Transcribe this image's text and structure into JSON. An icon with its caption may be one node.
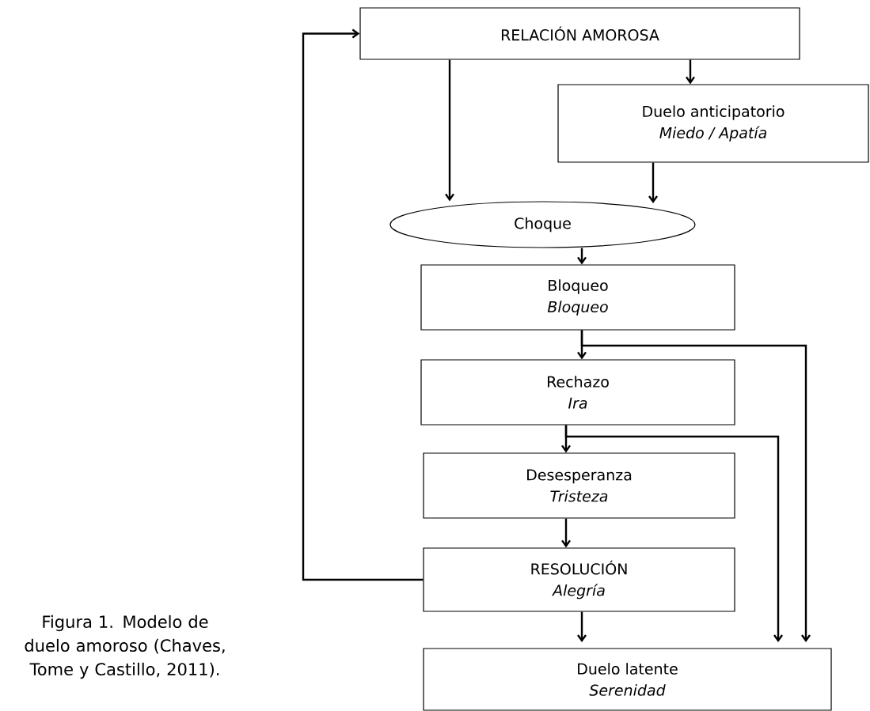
{
  "diagram": {
    "caption": "Figura 1. Modelo de duelo amoroso (Chaves, Tome y Castillo, 2011).",
    "nodes": [
      {
        "text": [
          "RELACIÓN AMOROSA"
        ]
      },
      {
        "text": [
          "Duelo anticipatorio",
          "Miedo / Apatía"
        ]
      },
      {
        "text": [
          "Choque"
        ]
      },
      {
        "text": [
          "Bloqueo",
          "Bloqueo"
        ]
      },
      {
        "text": [
          "Rechazo",
          "Ira"
        ]
      },
      {
        "text": [
          "Desesperanza",
          "Tristeza"
        ]
      },
      {
        "text": [
          "RESOLUCIÓN",
          "Alegría"
        ]
      },
      {
        "text": [
          "Duelo latente",
          "Serenidad"
        ]
      }
    ],
    "edges": [
      {
        "from": 0,
        "to": 2,
        "arrow": "to"
      },
      {
        "from": 0,
        "to": 1,
        "arrow": "to"
      },
      {
        "from": 1,
        "to": 2,
        "arrow": "to"
      },
      {
        "from": 2,
        "to": 3,
        "arrow": "to"
      },
      {
        "from": 3,
        "to": 4,
        "arrow": "to"
      },
      {
        "from": 3,
        "to": 7,
        "arrow": "to"
      },
      {
        "from": 4,
        "to": 5,
        "arrow": "to"
      },
      {
        "from": 4,
        "to": 7,
        "arrow": "to"
      },
      {
        "from": 5,
        "to": 6,
        "arrow": "to"
      },
      {
        "from": 6,
        "to": 7,
        "arrow": "to"
      },
      {
        "from": 6,
        "to": 0,
        "arrow": "to"
      }
    ]
  }
}
